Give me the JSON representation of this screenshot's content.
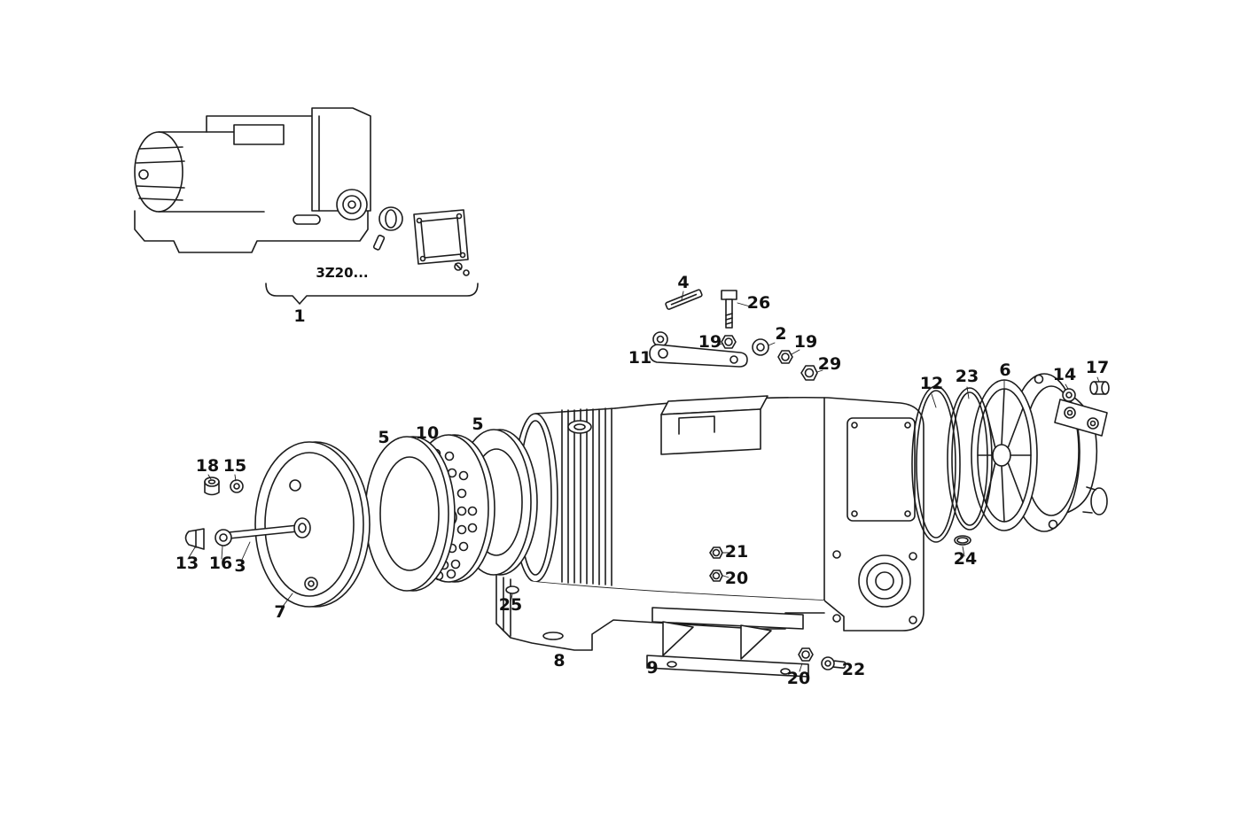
{
  "diagram": {
    "background": "#ffffff",
    "line_color": "#1c1c1c",
    "variant_label": "3Z20..."
  },
  "callouts": [
    {
      "text": "1"
    },
    {
      "text": "2"
    },
    {
      "text": "3"
    },
    {
      "text": "4"
    },
    {
      "text": "5"
    },
    {
      "text": "5"
    },
    {
      "text": "6"
    },
    {
      "text": "7"
    },
    {
      "text": "8"
    },
    {
      "text": "9"
    },
    {
      "text": "10"
    },
    {
      "text": "11"
    },
    {
      "text": "12"
    },
    {
      "text": "13"
    },
    {
      "text": "14"
    },
    {
      "text": "15"
    },
    {
      "text": "16"
    },
    {
      "text": "17"
    },
    {
      "text": "18"
    },
    {
      "text": "19"
    },
    {
      "text": "19"
    },
    {
      "text": "20"
    },
    {
      "text": "20"
    },
    {
      "text": "21"
    },
    {
      "text": "22"
    },
    {
      "text": "23"
    },
    {
      "text": "24"
    },
    {
      "text": "25"
    },
    {
      "text": "26"
    },
    {
      "text": "29"
    }
  ]
}
